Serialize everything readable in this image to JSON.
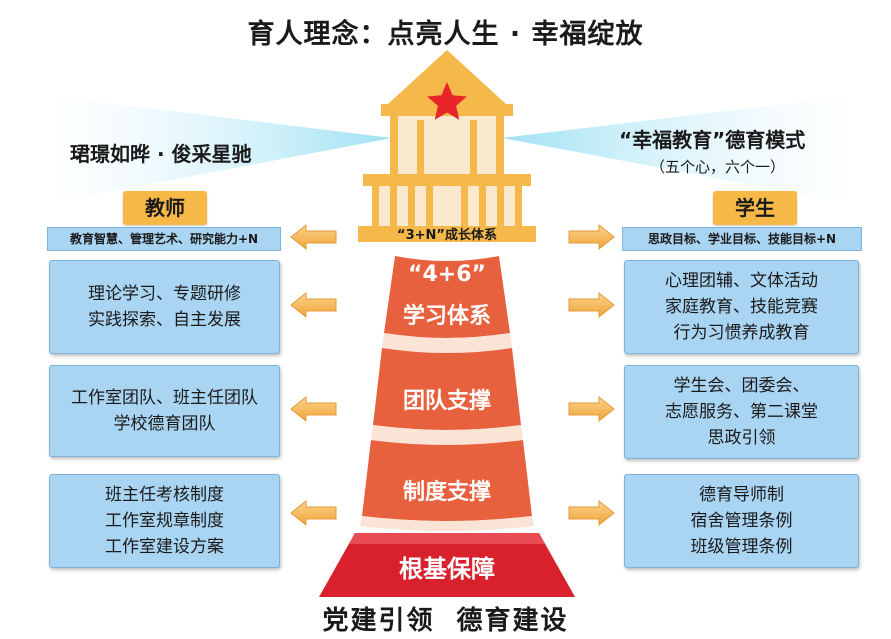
{
  "title": "育人理念：点亮人生 · 幸福绽放",
  "left_slogan": "珺璟如晔 · 俊采星驰",
  "right_slogan": "“幸福教育”德育模式",
  "right_subtitle": "（五个心，六个一）",
  "teacher": {
    "label": "教师",
    "strip": "教育智慧、管理艺术、研究能力+N",
    "boxes": [
      [
        "理论学习、专题研修",
        "实践探索、自主发展"
      ],
      [
        "工作室团队、班主任团队",
        "学校德育团队"
      ],
      [
        "班主任考核制度",
        "工作室规章制度",
        "工作室建设方案"
      ]
    ]
  },
  "student": {
    "label": "学生",
    "strip": "思政目标、学业目标、技能目标+N",
    "boxes": [
      [
        "心理团辅、文体活动",
        "家庭教育、技能竞赛",
        "行为习惯养成教育"
      ],
      [
        "学生会、团委会、",
        "志愿服务、第二课堂",
        "思政引领"
      ],
      [
        "德育导师制",
        "宿舍管理条例",
        "班级管理条例"
      ]
    ]
  },
  "lighthouse": {
    "gallery_label": "“3+N”成长体系",
    "tier1_line1": "“4+6”",
    "tier1_line2": "学习体系",
    "tier2": "团队支撑",
    "tier3": "制度支撑",
    "base": "根基保障"
  },
  "bottom_text": "党建引领  德育建设",
  "colors": {
    "tower_orange": "#e8613e",
    "tower_light": "#fbe3d6",
    "base_red": "#d9212e",
    "top_gold": "#f5b84a",
    "star_red": "#e8262a",
    "box_blue": "#a9d4f2",
    "tag_gold": "#f6b847"
  }
}
